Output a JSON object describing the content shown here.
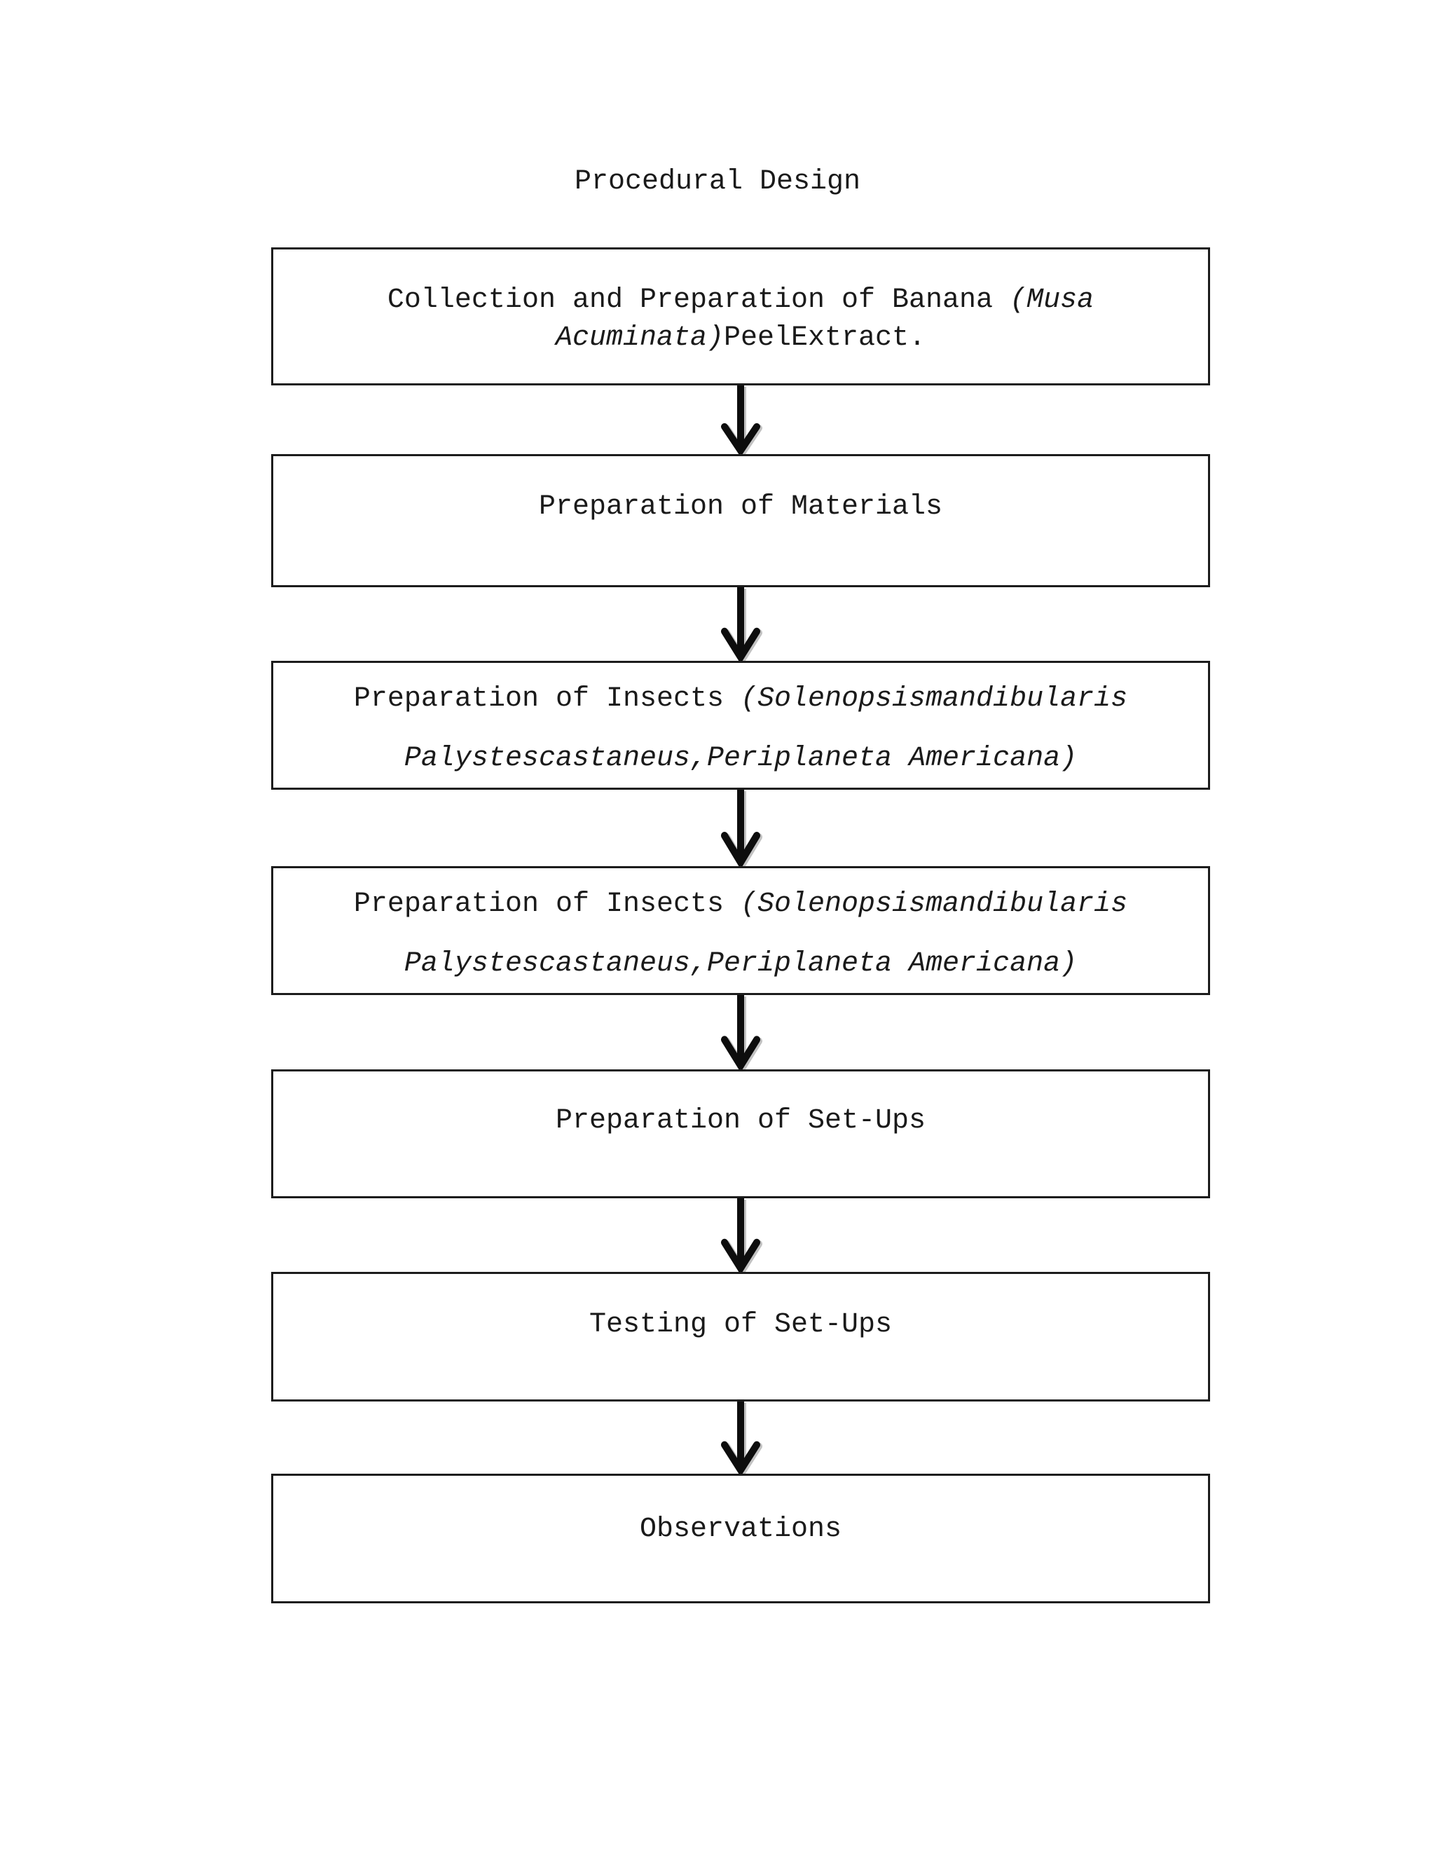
{
  "title": "Procedural Design",
  "connector_icon": "down-arrow",
  "colors": {
    "ink": "#1a1a1a",
    "border": "#1c1c1c",
    "background": "#ffffff"
  },
  "boxes": [
    {
      "name": "collection-and-preparation-of-banana-peel-extract",
      "lines": [
        {
          "segments": [
            {
              "text": "Collection and Preparation of Banana ",
              "italic": false
            },
            {
              "text": "(Musa",
              "italic": true
            }
          ]
        },
        {
          "segments": [
            {
              "text": "Acuminata)",
              "italic": true
            },
            {
              "text": "PeelExtract.",
              "italic": false
            }
          ]
        }
      ]
    },
    {
      "name": "preparation-of-materials",
      "lines": [
        {
          "segments": [
            {
              "text": "Preparation of Materials",
              "italic": false
            }
          ]
        }
      ]
    },
    {
      "name": "preparation-of-insects-1",
      "lines": [
        {
          "segments": [
            {
              "text": "Preparation of Insects ",
              "italic": false
            },
            {
              "text": "(Solenopsismandibularis",
              "italic": true
            }
          ]
        },
        {
          "segments": [
            {
              "text": "Palystescastaneus,Periplaneta Americana)",
              "italic": true
            }
          ]
        }
      ]
    },
    {
      "name": "preparation-of-insects-2",
      "lines": [
        {
          "segments": [
            {
              "text": "Preparation of Insects ",
              "italic": false
            },
            {
              "text": "(Solenopsismandibularis",
              "italic": true
            }
          ]
        },
        {
          "segments": [
            {
              "text": "Palystescastaneus,Periplaneta Americana)",
              "italic": true
            }
          ]
        }
      ]
    },
    {
      "name": "preparation-of-set-ups",
      "lines": [
        {
          "segments": [
            {
              "text": "Preparation of Set-Ups",
              "italic": false
            }
          ]
        }
      ]
    },
    {
      "name": "testing-of-set-ups",
      "lines": [
        {
          "segments": [
            {
              "text": "Testing of Set-Ups",
              "italic": false
            }
          ]
        }
      ]
    },
    {
      "name": "observations",
      "lines": [
        {
          "segments": [
            {
              "text": "Observations",
              "italic": false
            }
          ]
        }
      ]
    }
  ]
}
